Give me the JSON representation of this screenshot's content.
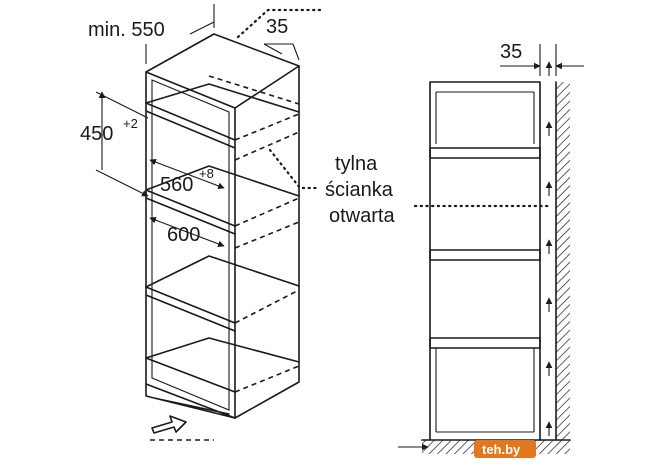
{
  "dimensions": {
    "width_min": "min. 550",
    "depth_top": "35",
    "depth_side": "35",
    "height": "450",
    "height_tol": "+2",
    "inner_width": "560",
    "inner_width_tol": "+8",
    "outer_width": "600"
  },
  "annotation": {
    "line1": "tylna",
    "line2": "ścianka",
    "line3": "otwarta"
  },
  "watermark": {
    "text": "teh.by"
  },
  "colors": {
    "ink": "#1a1a1a",
    "watermark_bg": "#e2771f"
  }
}
